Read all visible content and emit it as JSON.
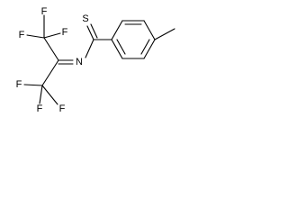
{
  "molecule": {
    "atoms": {
      "F1": "F",
      "F2": "F",
      "F3": "F",
      "F4": "F",
      "F5": "F",
      "F6": "F",
      "N": "N",
      "S": "S"
    }
  }
}
